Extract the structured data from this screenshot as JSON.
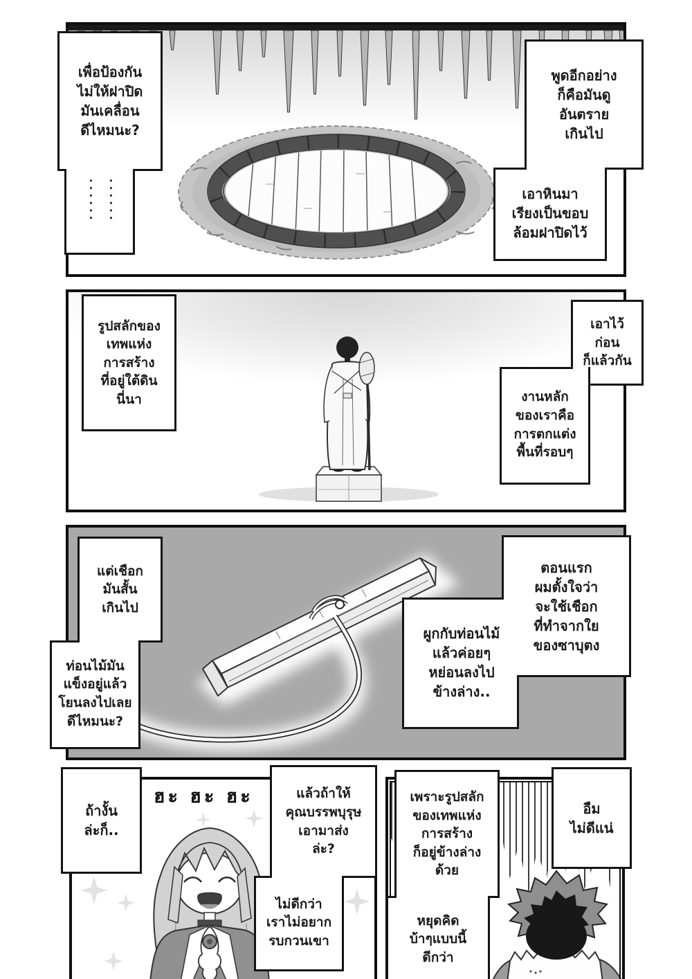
{
  "colors": {
    "ink": "#0f0f0f",
    "panel3_bg": "#a9a9a9",
    "bubble_border": "#141414"
  },
  "panel1": {
    "bubble_prevent": "เพื่อป้องกัน\nไม่ให้ฝาปิด\nมันเคลื่อน\nดีไหมนะ?",
    "dots": "••••••",
    "bubble_danger": "พูดอีกอย่าง\nก็คือมันดู\nอันตราย\nเกินไป",
    "bubble_stones": "เอาหินมา\nเรียงเป็นขอบ\nล้อมฝาปิดไว้"
  },
  "panel2": {
    "bubble_statue": "รูปสลักของ\nเทพแห่ง\nการสร้าง\nที่อยู่ใต้ดิน\nนี่นา",
    "bubble_keep": "เอาไว้\nก่อน\nก็แล้วกัน",
    "bubble_mainwork": "งานหลัก\nของเราคือ\nการตกแต่ง\nพื้นที่รอบๆ"
  },
  "panel3": {
    "bubble_rope_short": "แต่เชือก\nมันสั้น\nเกินไป",
    "bubble_throw": "ท่อนไม้มัน\nแข็งอยู่แล้ว\nโยนลงไปเลย\nดีไหมนะ?",
    "bubble_tie": "ผูกกับท่อนไม้\nแล้วค่อยๆ\nหย่อนลงไป\nข้างล่าง..",
    "bubble_intend": "ตอนแรก\nผมตั้งใจว่า\nจะใช้เชือก\nที่ทำจากใย\nของซาบุตง"
  },
  "panel4": {
    "laugh": "ฮะ ฮะ ฮะ",
    "bubble_then": "ถ้างั้น\nล่ะก็..",
    "bubble_ancestor": "แล้วถ้าให้\nคุณบรรพบุรุษ\nเอามาส่ง\nล่ะ?",
    "bubble_no_bother": "ไม่ดีกว่า\nเราไม่อยาก\nรบกวนเขา",
    "bubble_because": "เพราะรูปสลัก\nของเทพแห่ง\nการสร้าง\nก็อยู่ข้างล่าง\nด้วย",
    "bubble_stop": "หยุดคิด\nบ้าๆแบบนี้\nดีกว่า",
    "bubble_bad": "อืม\nไม่ดีแน่"
  }
}
